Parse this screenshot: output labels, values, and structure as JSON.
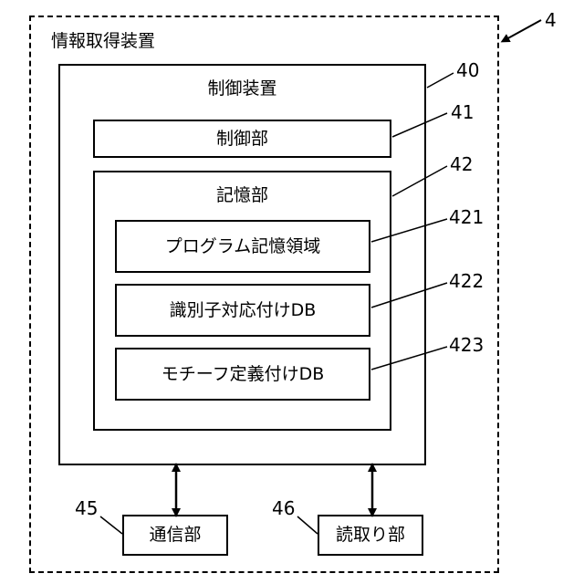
{
  "figure_number": "4",
  "device": {
    "title": "情報取得装置"
  },
  "control_device": {
    "title": "制御装置",
    "ref": "40"
  },
  "control_unit": {
    "label": "制御部",
    "ref": "41"
  },
  "storage": {
    "title": "記憶部",
    "ref": "42",
    "items": [
      {
        "label": "プログラム記憶領域",
        "ref": "421"
      },
      {
        "label": "識別子対応付けDB",
        "ref": "422"
      },
      {
        "label": "モチーフ定義付けDB",
        "ref": "423"
      }
    ]
  },
  "comm_unit": {
    "label": "通信部",
    "ref": "45"
  },
  "reader_unit": {
    "label": "読取り部",
    "ref": "46"
  }
}
